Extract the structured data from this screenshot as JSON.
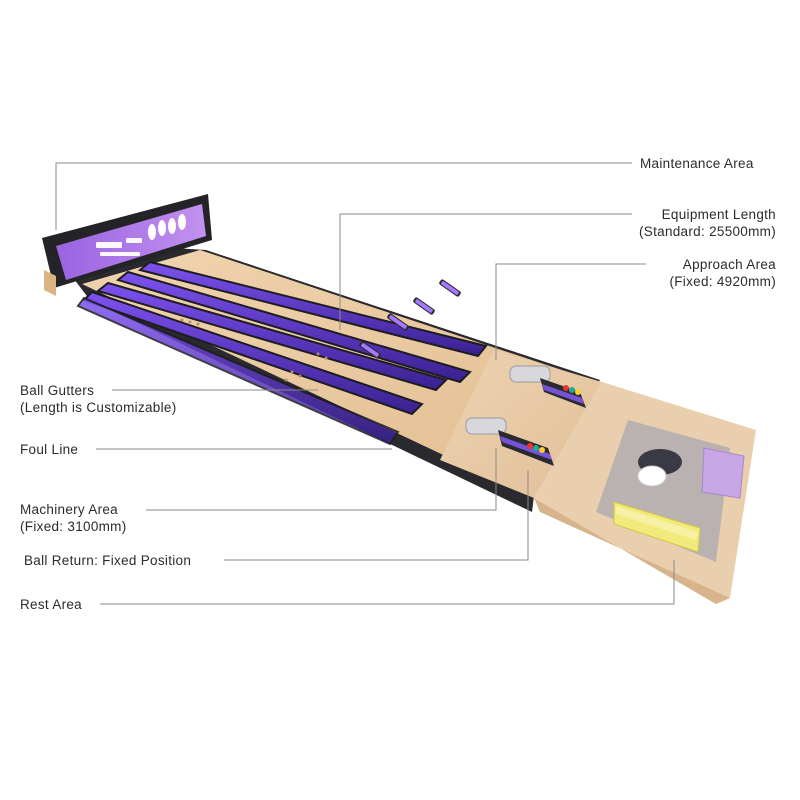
{
  "callouts": {
    "maintenance": {
      "line1": "Maintenance Area"
    },
    "equipment": {
      "line1": "Equipment Length",
      "line2": "(Standard: 25500mm)"
    },
    "approach": {
      "line1": "Approach Area",
      "line2": "(Fixed: 4920mm)"
    },
    "gutters": {
      "line1": "Ball Gutters",
      "line2": "(Length is Customizable)"
    },
    "foul": {
      "line1": "Foul Line"
    },
    "machinery": {
      "line1": "Machinery Area",
      "line2": "(Fixed: 3100mm)"
    },
    "ball_return": {
      "line1": "Ball Return: Fixed Position"
    },
    "rest": {
      "line1": "Rest Area"
    }
  },
  "colors": {
    "lane_wood": "#e9c9a0",
    "approach_wood": "#e8c9a5",
    "frame_dark": "#2a2a2e",
    "gutter_purple": "#6a3fd8",
    "screen_purple": "#b07be8",
    "rug": "#b9b2b0",
    "sofa_yellow": "#f2ea7a",
    "ottoman_lilac": "#c9a7e6",
    "leader_line": "#8a8a8a"
  },
  "icons": [
    "bowling-pin-icon",
    "bowling-ball-icon"
  ]
}
